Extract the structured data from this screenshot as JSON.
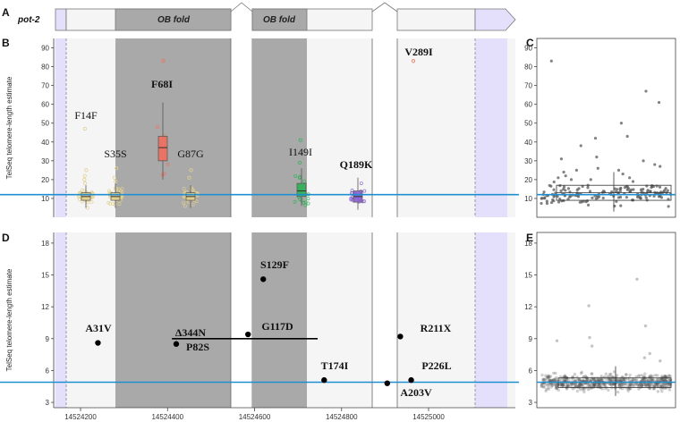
{
  "gene_name": "pot-2",
  "panel_letters": [
    "A",
    "B",
    "C",
    "D",
    "E"
  ],
  "domain_labels": [
    "OB fold",
    "OB fold"
  ],
  "chart_data": [
    {
      "panel": "A",
      "type": "gene model",
      "gene": "pot-2",
      "domains": [
        "OB fold",
        "OB fold"
      ]
    },
    {
      "panel": "B",
      "type": "box",
      "ylabel": "TelSeq telomere-length estimate",
      "ylim": [
        0,
        95
      ],
      "yticks": [
        10,
        20,
        30,
        40,
        50,
        60,
        70,
        80,
        90
      ],
      "reference_line": 12,
      "groups": [
        {
          "label": "F14F",
          "color": "#e3d08e",
          "q1": 9,
          "median": 11,
          "q3": 13,
          "whisker_low": 5,
          "whisker_high": 17,
          "outliers": [
            47,
            25,
            22,
            20,
            18
          ]
        },
        {
          "label": "S35S",
          "color": "#e3d08e",
          "q1": 9,
          "median": 11,
          "q3": 13,
          "whisker_low": 5,
          "whisker_high": 18,
          "outliers": [
            26,
            21,
            19
          ]
        },
        {
          "label": "F68I",
          "color": "#ef6f5e",
          "q1": 30,
          "median": 37,
          "q3": 43,
          "whisker_low": 20,
          "whisker_high": 61,
          "outliers": [
            83
          ]
        },
        {
          "label": "G87G",
          "color": "#e3d08e",
          "q1": 9,
          "median": 11,
          "q3": 13,
          "whisker_low": 5,
          "whisker_high": 17,
          "outliers": [
            25,
            21
          ]
        },
        {
          "label": "I149I",
          "color": "#2fb156",
          "q1": 11,
          "median": 14,
          "q3": 18,
          "whisker_low": 6,
          "whisker_high": 26,
          "outliers": [
            41,
            29
          ]
        },
        {
          "label": "Q189K",
          "color": "#8a5fcf",
          "q1": 8,
          "median": 11,
          "q3": 14,
          "whisker_low": 4,
          "whisker_high": 21,
          "outliers": []
        },
        {
          "label": "V289I",
          "color": "#ef6f5e",
          "q1": 83,
          "median": 83,
          "q3": 83,
          "whisker_low": 83,
          "whisker_high": 83,
          "outliers": []
        }
      ]
    },
    {
      "panel": "C",
      "type": "scatter",
      "ylim": [
        0,
        95
      ],
      "yticks": [
        10,
        20,
        30,
        40,
        50,
        60,
        70,
        80,
        90
      ],
      "reference_line": 12,
      "box": {
        "q1": 9,
        "median": 13,
        "q3": 17,
        "whisker_low": 3,
        "whisker_high": 24
      },
      "notable_points": [
        83,
        67,
        61,
        50,
        43,
        42,
        38,
        32,
        31,
        30,
        28,
        27,
        26,
        25,
        25,
        24,
        23,
        22,
        21,
        21,
        20,
        20,
        19
      ]
    },
    {
      "panel": "D",
      "type": "scatter",
      "ylabel": "TelSeq telomere-length estimate",
      "ylim": [
        2.5,
        19
      ],
      "yticks": [
        3,
        6,
        9,
        12,
        15,
        18
      ],
      "xticks": [
        14524200,
        14524400,
        14524600,
        14524800,
        14525000
      ],
      "reference_line": 4.9,
      "points": [
        {
          "label": "A31V",
          "x": 14524240,
          "y": 8.6
        },
        {
          "label": "P82S",
          "x": 14524420,
          "y": 8.5
        },
        {
          "label": "Δ344N",
          "x_start": 14524410,
          "x_end": 14524745,
          "y": 9.0
        },
        {
          "label": "G117D",
          "x": 14524585,
          "y": 9.4
        },
        {
          "label": "S129F",
          "x": 14524620,
          "y": 14.6
        },
        {
          "label": "T174I",
          "x": 14524760,
          "y": 5.1
        },
        {
          "label": "R211X",
          "x": 14524935,
          "y": 9.2
        },
        {
          "label": "A203V",
          "x": 14524905,
          "y": 4.8
        },
        {
          "label": "P226L",
          "x": 14524960,
          "y": 5.1
        }
      ]
    },
    {
      "panel": "E",
      "type": "scatter",
      "ylim": [
        2.5,
        19
      ],
      "yticks": [
        3,
        6,
        9,
        12,
        15,
        18
      ],
      "reference_line": 4.9,
      "box": {
        "q1": 4.4,
        "median": 4.9,
        "q3": 5.3,
        "whisker_low": 3.6,
        "whisker_high": 6.4
      },
      "notable_points": [
        14.6,
        12.1,
        10.2,
        9.1,
        8.8,
        8.3,
        7.6,
        7.2,
        6.9
      ]
    }
  ]
}
